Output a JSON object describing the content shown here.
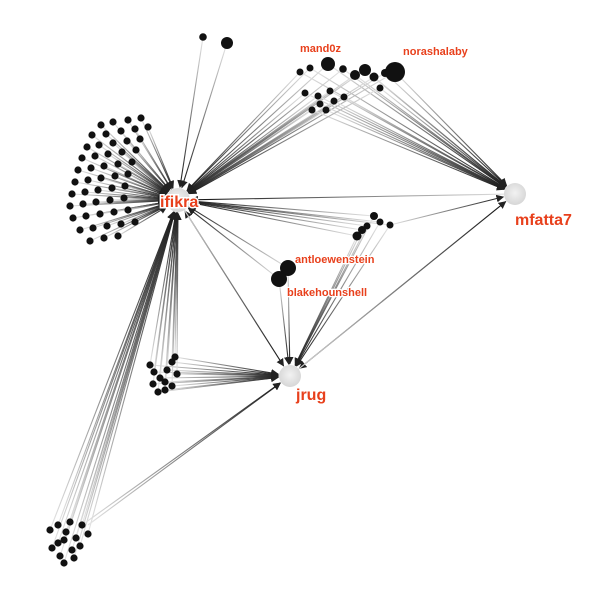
{
  "graph": {
    "hub_color": "#e0e0e0",
    "node_color": "#111111",
    "label_color": "#e8401c",
    "hubs": [
      {
        "id": "ifikra",
        "label": "ifikra"
      },
      {
        "id": "mfatta7",
        "label": "mfatta7"
      },
      {
        "id": "jrug",
        "label": "jrug"
      }
    ],
    "named_nodes": [
      {
        "id": "mand0z",
        "label": "mand0z"
      },
      {
        "id": "norashalaby",
        "label": "norashalaby"
      },
      {
        "id": "antloewenstein",
        "label": "antloewenstein"
      },
      {
        "id": "blakehounshell",
        "label": "blakehounshell"
      }
    ]
  }
}
